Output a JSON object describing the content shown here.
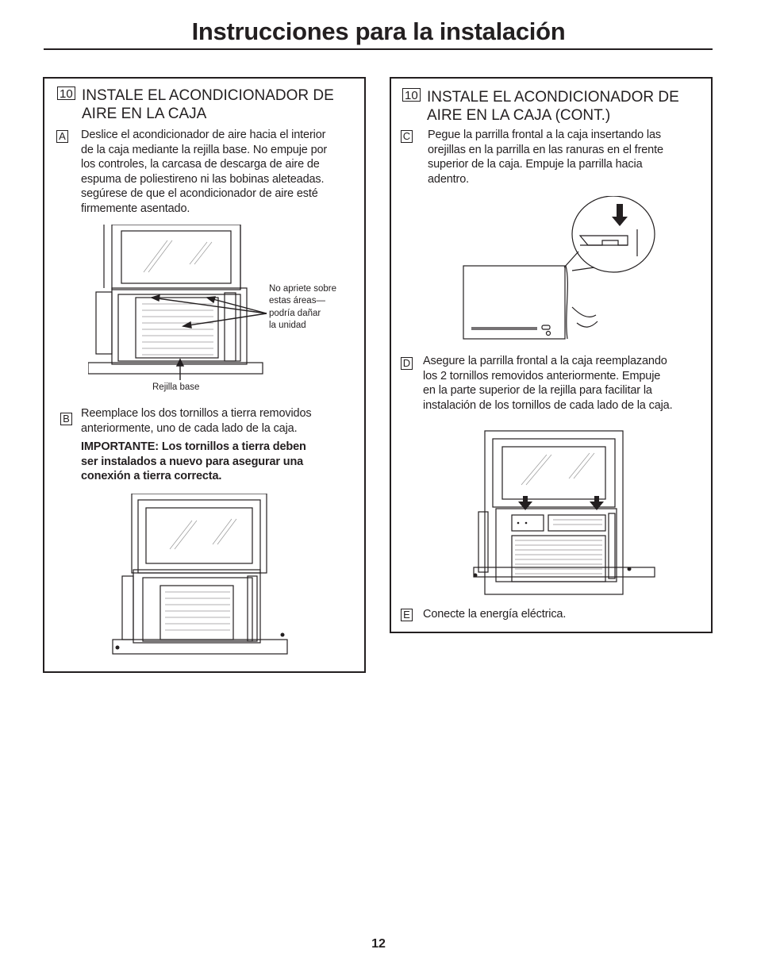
{
  "page": {
    "title": "Instrucciones para la instalación",
    "page_number": "12"
  },
  "left": {
    "step": "10",
    "heading_line1": "INSTALE EL ACONDICIONADOR DE",
    "heading_line2": "AIRE EN LA CAJA",
    "a": {
      "letter": "A",
      "lines": [
        "Deslice el acondicionador de aire hacia el interior",
        "de la caja mediante la rejilla base. No empuje por",
        "los controles, la carcasa de descarga de aire de",
        "espuma de poliestireno ni las bobinas aleteadas.",
        "segúrese de que el acondicionador de aire esté",
        "firmemente asentado."
      ],
      "callout_lines": [
        "No apriete sobre",
        "estas áreas—",
        "podría dañar",
        "la unidad"
      ],
      "base_label": "Rejilla base"
    },
    "b": {
      "letter": "B",
      "lines": [
        "Reemplace los dos tornillos a tierra removidos",
        "anteriormente, uno de cada lado de la caja."
      ],
      "important_lines": [
        "IMPORTANTE: Los tornillos a tierra deben",
        "ser instalados a nuevo para asegurar una",
        "conexión a tierra correcta."
      ]
    }
  },
  "right": {
    "step": "10",
    "heading_line1": "INSTALE EL ACONDICIONADOR DE",
    "heading_line2": "AIRE EN LA CAJA (CONT.)",
    "c": {
      "letter": "C",
      "lines": [
        "Pegue la parrilla frontal a la caja insertando las",
        "orejillas en la parrilla en las ranuras en el frente",
        "superior de la caja. Empuje la parrilla hacia",
        "adentro."
      ]
    },
    "d": {
      "letter": "D",
      "lines": [
        "Asegure la parrilla frontal a la caja reemplazando",
        "los 2 tornillos removidos anteriormente. Empuje",
        "en la parte superior de la rejilla para facilitar la",
        "instalación de los tornillos de cada lado de la caja."
      ]
    },
    "e": {
      "letter": "E",
      "text": "Conecte la energía eléctrica."
    }
  }
}
